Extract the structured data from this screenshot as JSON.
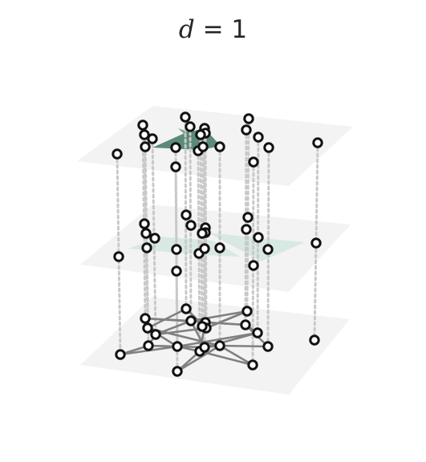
{
  "title": {
    "variable": "d",
    "operator": " = ",
    "value": "1"
  },
  "diagram": {
    "layers": [
      "top",
      "middle",
      "bottom"
    ],
    "colors": {
      "plane": "#f3f3f3",
      "node_stroke": "#111111",
      "node_fill": "#ffffff",
      "edge": "#808080",
      "drop_line": "#c9c9c9",
      "top_surface": "#4a7f6a",
      "middle_surface": "#cfe6dd"
    },
    "nodes": [
      {
        "id": 0
      },
      {
        "id": 1
      },
      {
        "id": 2
      },
      {
        "id": 3
      },
      {
        "id": 4
      },
      {
        "id": 5
      },
      {
        "id": 6
      },
      {
        "id": 7
      },
      {
        "id": 8
      },
      {
        "id": 9
      },
      {
        "id": 10
      },
      {
        "id": 11
      },
      {
        "id": 12
      },
      {
        "id": 13
      },
      {
        "id": 14
      },
      {
        "id": 15
      },
      {
        "id": 16
      },
      {
        "id": 17
      },
      {
        "id": 18
      },
      {
        "id": 19
      },
      {
        "id": 20
      }
    ]
  }
}
